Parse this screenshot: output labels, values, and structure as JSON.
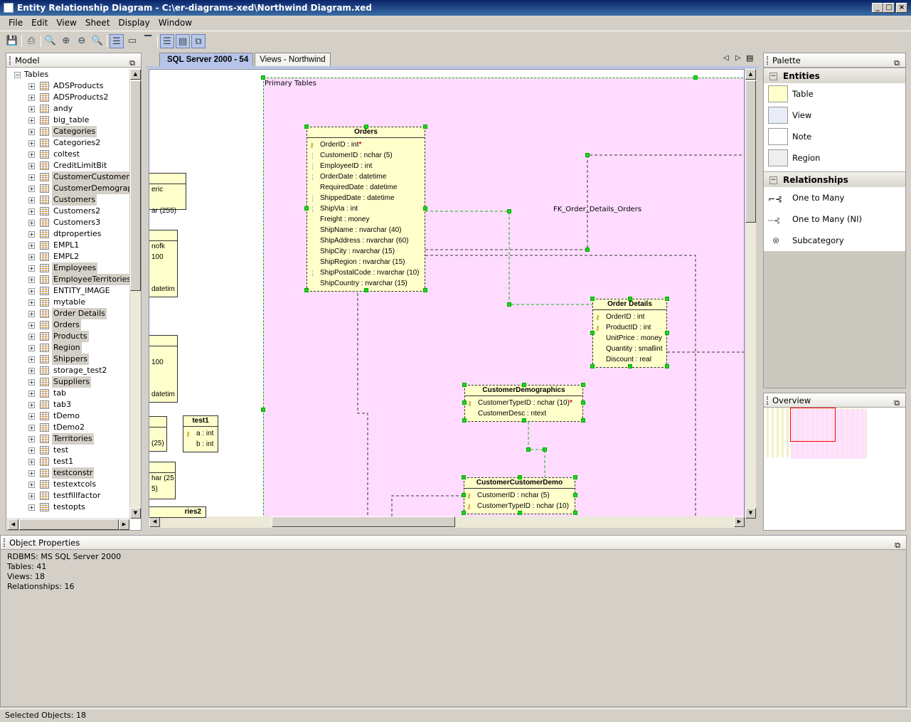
{
  "window": {
    "title": "Entity Relationship Diagram - C:\\er-diagrams-xed\\Northwind Diagram.xed"
  },
  "menu": [
    "File",
    "Edit",
    "View",
    "Sheet",
    "Display",
    "Window"
  ],
  "toolbar": [
    {
      "icon": "save-icon"
    },
    {
      "icon": "print-icon"
    },
    {
      "icon": "zoom-actual-icon"
    },
    {
      "icon": "zoom-in-icon"
    },
    {
      "icon": "zoom-out-icon"
    },
    {
      "icon": "zoom-fit-icon"
    },
    {
      "icon": "show-full-columns-icon"
    },
    {
      "icon": "show-keys-icon"
    },
    {
      "icon": "show-names-icon"
    },
    {
      "icon": "table-view-icon"
    },
    {
      "icon": "header-view-icon"
    },
    {
      "icon": "layout-icon"
    }
  ],
  "model": {
    "title": "Model",
    "root": "Tables",
    "items": [
      {
        "label": "ADSProducts",
        "sel": false
      },
      {
        "label": "ADSProducts2",
        "sel": false
      },
      {
        "label": "andy",
        "sel": false
      },
      {
        "label": "big_table",
        "sel": false
      },
      {
        "label": "Categories",
        "sel": true
      },
      {
        "label": "Categories2",
        "sel": false
      },
      {
        "label": "coltest",
        "sel": false
      },
      {
        "label": "CreditLimitBit",
        "sel": false
      },
      {
        "label": "CustomerCustomerDemo",
        "sel": true
      },
      {
        "label": "CustomerDemographics",
        "sel": true
      },
      {
        "label": "Customers",
        "sel": true
      },
      {
        "label": "Customers2",
        "sel": false
      },
      {
        "label": "Customers3",
        "sel": false
      },
      {
        "label": "dtproperties",
        "sel": false
      },
      {
        "label": "EMPL1",
        "sel": false
      },
      {
        "label": "EMPL2",
        "sel": false
      },
      {
        "label": "Employees",
        "sel": true
      },
      {
        "label": "EmployeeTerritories",
        "sel": true
      },
      {
        "label": "ENTITY_IMAGE",
        "sel": false
      },
      {
        "label": "mytable",
        "sel": false
      },
      {
        "label": "Order Details",
        "sel": true
      },
      {
        "label": "Orders",
        "sel": true
      },
      {
        "label": "Products",
        "sel": true
      },
      {
        "label": "Region",
        "sel": true
      },
      {
        "label": "Shippers",
        "sel": true
      },
      {
        "label": "storage_test2",
        "sel": false
      },
      {
        "label": "Suppliers",
        "sel": true
      },
      {
        "label": "tab",
        "sel": false
      },
      {
        "label": "tab3",
        "sel": false
      },
      {
        "label": "tDemo",
        "sel": false
      },
      {
        "label": "tDemo2",
        "sel": false
      },
      {
        "label": "Territories",
        "sel": true
      },
      {
        "label": "test",
        "sel": false
      },
      {
        "label": "test1",
        "sel": false
      },
      {
        "label": "testconstr",
        "sel": true
      },
      {
        "label": "testextcols",
        "sel": false
      },
      {
        "label": "testfillfactor",
        "sel": false
      },
      {
        "label": "testopts",
        "sel": false
      }
    ]
  },
  "tabs": [
    {
      "label": "SQL Server 2000 - 54",
      "active": true
    },
    {
      "label": "Views - Northwind",
      "active": false
    }
  ],
  "diagram": {
    "region_label": "Primary Tables",
    "relationship_label": "FK_Order_Details_Orders",
    "entities": [
      {
        "name": "Orders",
        "columns": [
          {
            "text": "OrderID : int",
            "key": "pk",
            "req": true
          },
          {
            "text": "CustomerID : nchar (5)",
            "key": "fk"
          },
          {
            "text": "EmployeeID : int",
            "key": "fk"
          },
          {
            "text": "OrderDate : datetime",
            "key": "fk"
          },
          {
            "text": "RequiredDate : datetime"
          },
          {
            "text": "ShippedDate : datetime",
            "key": "fk"
          },
          {
            "text": "ShipVia : int",
            "key": "fk"
          },
          {
            "text": "Freight : money"
          },
          {
            "text": "ShipName : nvarchar (40)"
          },
          {
            "text": "ShipAddress : nvarchar (60)"
          },
          {
            "text": "ShipCity : nvarchar (15)"
          },
          {
            "text": "ShipRegion : nvarchar (15)"
          },
          {
            "text": "ShipPostalCode : nvarchar (10)",
            "key": "fk"
          },
          {
            "text": "ShipCountry : nvarchar (15)"
          }
        ]
      },
      {
        "name": "Order Details",
        "columns": [
          {
            "text": "OrderID : int",
            "key": "pfk"
          },
          {
            "text": "ProductID : int",
            "key": "pfk"
          },
          {
            "text": "UnitPrice : money"
          },
          {
            "text": "Quantity : smallint"
          },
          {
            "text": "Discount : real"
          }
        ]
      },
      {
        "name": "CustomerDemographics",
        "columns": [
          {
            "text": "CustomerTypeID : nchar (10)",
            "key": "pk",
            "req": true
          },
          {
            "text": "CustomerDesc : ntext"
          }
        ]
      },
      {
        "name": "CustomerCustomerDemo",
        "columns": [
          {
            "text": "CustomerID : nchar (5)",
            "key": "pk"
          },
          {
            "text": "CustomerTypeID : nchar (10)",
            "key": "pk"
          }
        ]
      },
      {
        "name": "test1",
        "columns": [
          {
            "text": "a : int",
            "key": "pk"
          },
          {
            "text": "b : int"
          }
        ]
      }
    ],
    "partial_entities": [
      {
        "header": "",
        "lines": [
          "eric",
          "",
          "ar (255)"
        ]
      },
      {
        "header": "",
        "lines": [
          "nofk",
          "100",
          "",
          "",
          "datetim"
        ]
      },
      {
        "header": "",
        "lines": [
          "",
          "100",
          "",
          "",
          "datetim"
        ]
      },
      {
        "header": "",
        "lines": [
          "",
          "(25)"
        ]
      },
      {
        "header": "",
        "lines": [
          "har (25",
          "5)"
        ]
      },
      {
        "header": "ries2",
        "lines": []
      }
    ]
  },
  "palette": {
    "title": "Palette",
    "groups": [
      {
        "label": "Entities",
        "items": [
          "Table",
          "View",
          "Note",
          "Region"
        ]
      },
      {
        "label": "Relationships",
        "items": [
          "One to Many",
          "One to Many (NI)",
          "Subcategory"
        ]
      }
    ]
  },
  "overview": {
    "title": "Overview"
  },
  "properties": {
    "title": "Object Properties",
    "lines": [
      "RDBMS: MS SQL Server 2000",
      "Tables: 41",
      "Views: 18",
      "Relationships: 16"
    ]
  },
  "status": {
    "text": "Selected Objects: 18"
  }
}
